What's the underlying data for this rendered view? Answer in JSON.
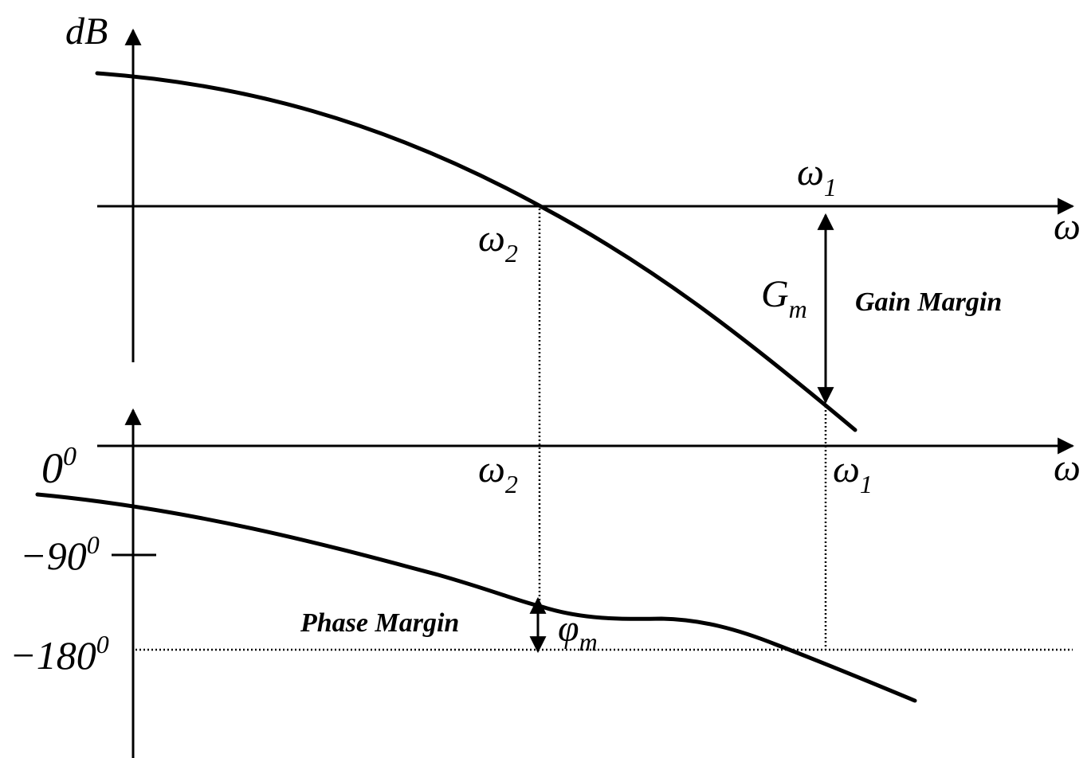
{
  "magnitude_plot": {
    "y_axis_label": "dB",
    "x_axis_label": "ω",
    "crossover_omega2": {
      "symbol": "ω",
      "subscript": "2"
    },
    "crossover_omega1": {
      "symbol": "ω",
      "subscript": "1"
    },
    "gain_margin_symbol": {
      "symbol": "G",
      "subscript": "m"
    },
    "gain_margin_text": "Gain Margin"
  },
  "phase_plot": {
    "x_axis_label": "ω",
    "zero_tick": {
      "base": "0",
      "sup": "0"
    },
    "minus90_tick": {
      "base": "−90",
      "sup": "0"
    },
    "minus180_tick": {
      "base": "−180",
      "sup": "0"
    },
    "crossover_omega2": {
      "symbol": "ω",
      "subscript": "2"
    },
    "crossover_omega1": {
      "symbol": "ω",
      "subscript": "1"
    },
    "phase_margin_symbol": {
      "symbol": "φ",
      "subscript": "m"
    },
    "phase_margin_text": "Phase Margin"
  }
}
